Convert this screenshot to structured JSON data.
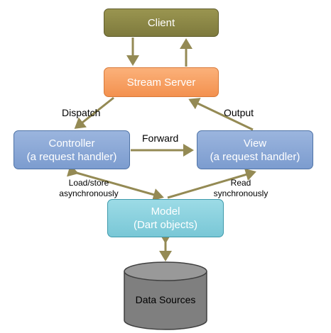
{
  "nodes": {
    "client": "Client",
    "stream_server": "Stream Server",
    "controller": {
      "title": "Controller",
      "subtitle": "(a request handler)"
    },
    "view": {
      "title": "View",
      "subtitle": "(a request handler)"
    },
    "model": {
      "title": "Model",
      "subtitle": "(Dart objects)"
    },
    "data_sources": "Data Sources"
  },
  "edges": {
    "dispatch": "Dispatch",
    "output": "Output",
    "forward": "Forward",
    "load_store": [
      "Load/store",
      "asynchronously"
    ],
    "read": [
      "Read",
      "synchronously"
    ]
  },
  "colors": {
    "client": "#8c8846",
    "stream_server": "#f79c5e",
    "request_handler": "#8aa8d8",
    "model": "#8ad1df",
    "data_sources": "#7f7f7f",
    "arrow": "#948a54"
  }
}
